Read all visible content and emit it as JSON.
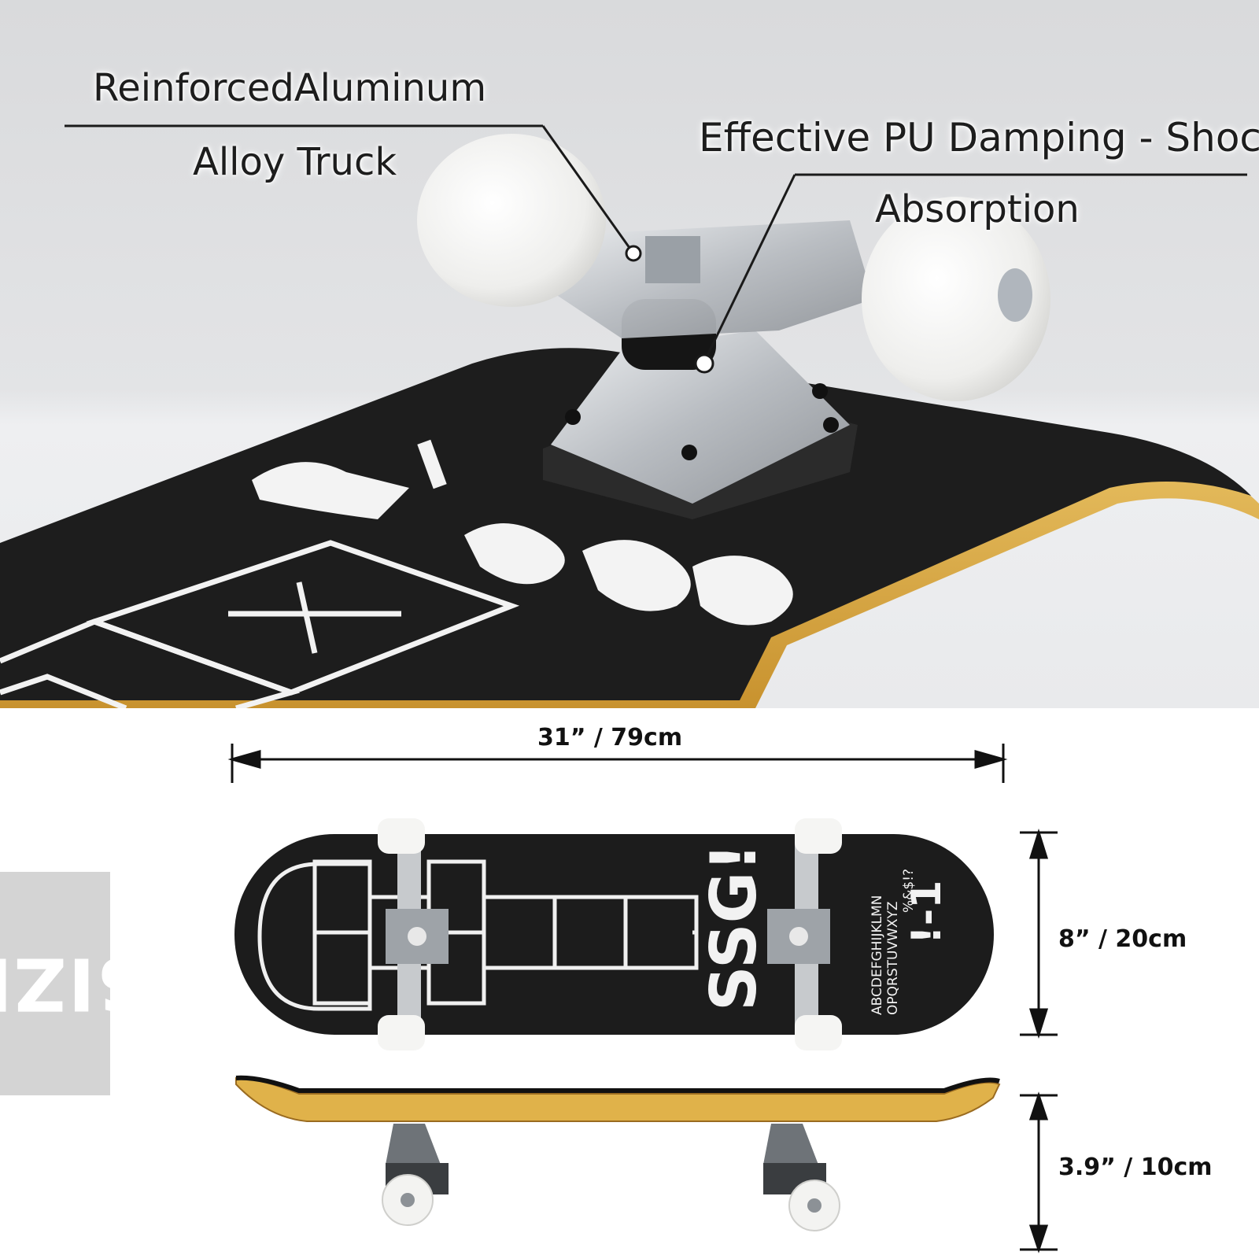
{
  "callouts": {
    "truck": {
      "line1": "ReinforcedAluminum",
      "line2": "Alloy Truck"
    },
    "damping": {
      "line1": "Effective PU Damping - Shock",
      "line2": "Absorption"
    }
  },
  "dimensions": {
    "length_label": "31”  /  79cm",
    "width_label": "8”  /  20cm",
    "height_label": "3.9”  /  10cm"
  },
  "deck_graphics": {
    "brand": "SSG!",
    "alphabet_line1": "ABCDEFGHIJKLMN",
    "alphabet_line2": "OPQRSTUVWXYZ",
    "alphabet_line3": "%&$!?",
    "mark": "!-1"
  },
  "size_tab_label": "SIZE",
  "colors": {
    "deck": "#1c1c1c",
    "wood": "#e0b24a",
    "wheel": "#f4f4f2",
    "truck": "#c9ccd0",
    "backdrop": "#e6e7e9",
    "size_tab": "#d4d4d4"
  }
}
